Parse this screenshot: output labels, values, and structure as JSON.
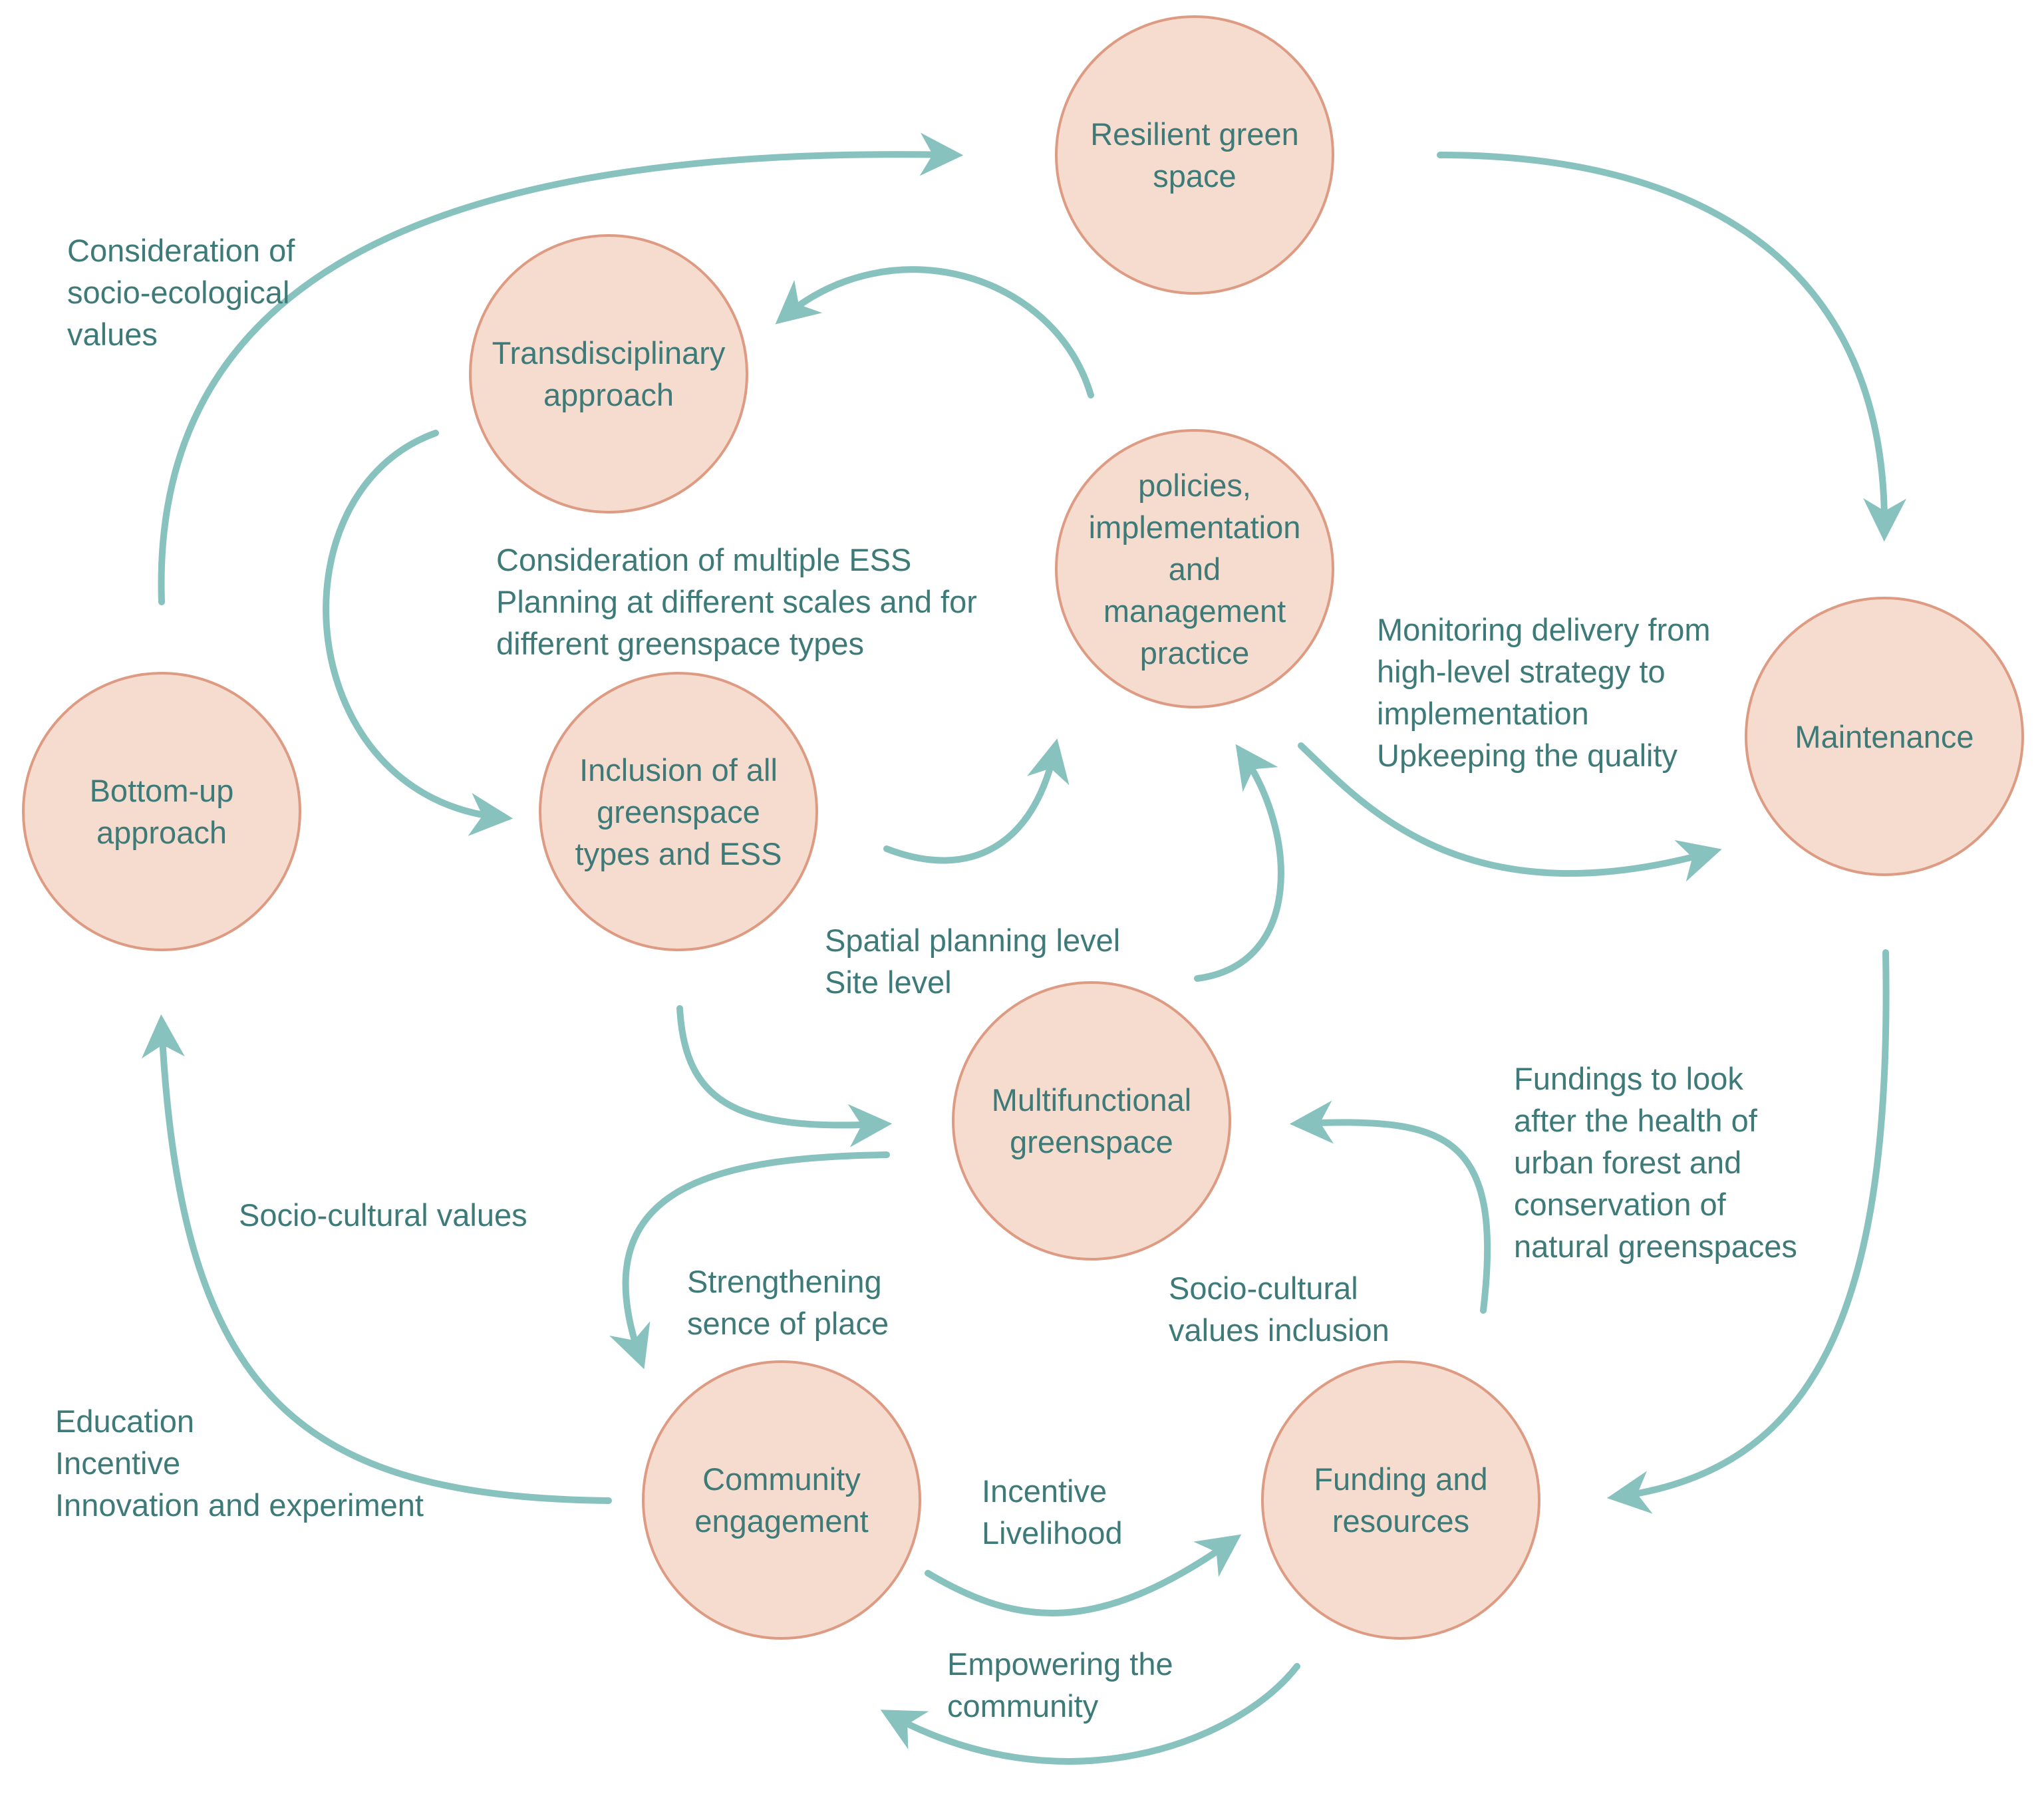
{
  "colors": {
    "node_fill": "#f6dccf",
    "node_stroke": "#de9b83",
    "arrow": "#87c2bf",
    "text": "#3d7a78"
  },
  "nodes": {
    "resilient": "Resilient green\nspace",
    "transdisciplinary": "Transdisciplinary\napproach",
    "policies": "policies,\nimplementation\nand\nmanagement\npractice",
    "maintenance": "Maintenance",
    "bottom_up": "Bottom-up\napproach",
    "inclusion": "Inclusion of all\ngreenspace\ntypes and ESS",
    "multifunctional": "Multifunctional\ngreenspace",
    "community": "Community\nengagement",
    "funding": "Funding and\nresources"
  },
  "edge_labels": {
    "socio_ecological": "Consideration of\nsocio-ecological\nvalues",
    "multiple_ess": "Consideration of multiple ESS\nPlanning at  different scales and for\ndifferent greenspace types",
    "monitoring": "Monitoring delivery from\nhigh-level strategy to\nimplementation\nUpkeeping the quality",
    "spatial": "Spatial planning level\nSite level",
    "fundings_health": "Fundings to look\nafter the health of\nurban forest and\nconservation of\nnatural greenspaces",
    "socio_cultural": "Socio-cultural values",
    "sense_of_place": "Strengthening\nsence of place",
    "sc_inclusion": "Socio-cultural\nvalues inclusion",
    "education": "Education\nIncentive\nInnovation and experiment",
    "livelihood": "Incentive\nLivelihood",
    "empowering": "Empowering the\ncommunity"
  }
}
